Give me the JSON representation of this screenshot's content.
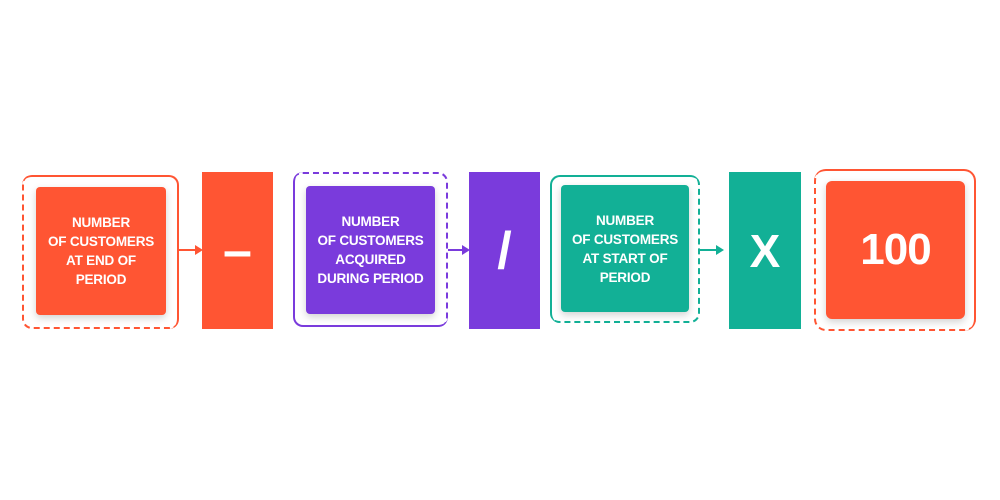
{
  "colors": {
    "orange": "#ff5533",
    "purple": "#7a3bdc",
    "teal": "#12b096",
    "white": "#ffffff"
  },
  "terms": {
    "end": "NUMBER\nOF CUSTOMERS\nAT END OF\nPERIOD",
    "acquired": "NUMBER\nOF CUSTOMERS\nACQUIRED\nDURING PERIOD",
    "start": "NUMBER\nOF CUSTOMERS\nAT START OF\nPERIOD"
  },
  "operators": {
    "minus": "–",
    "divide": "/",
    "multiply": "X"
  },
  "result": "100"
}
